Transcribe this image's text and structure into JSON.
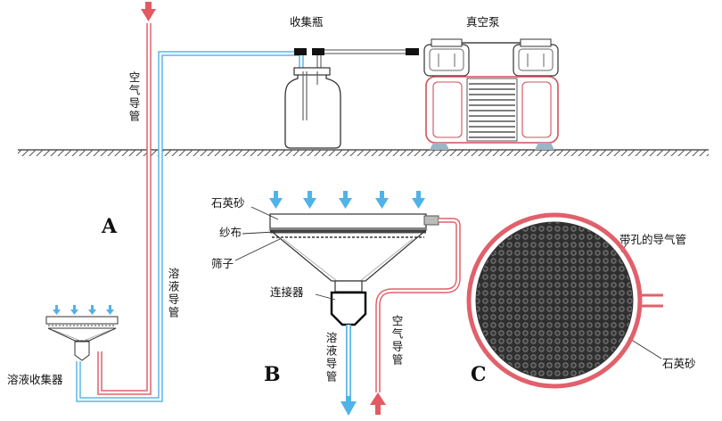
{
  "labels": {
    "collection_bottle": "收集瓶",
    "vacuum_pump": "真空泵",
    "air_tube_top": "空气导管",
    "solution_tube_left": "溶液导管",
    "solution_collector": "溶液收集器",
    "quartz_sand": "石英砂",
    "gauze": "纱布",
    "sieve": "筛子",
    "connector": "连接器",
    "solution_tube_b": "溶液导管",
    "air_tube_b": "空气导管",
    "perforated_air_tube": "带孔的导气管",
    "quartz_sand_c": "石英砂"
  },
  "panels": {
    "a": "A",
    "b": "B",
    "c": "C"
  },
  "colors": {
    "air_tube": "#e0616b",
    "solution_tube": "#5bb7e6",
    "arrow_blue": "#4fb3e8",
    "arrow_red": "#e25a62",
    "outline": "#222222",
    "pump_outline": "#d0505a",
    "mesh_dark": "#3a3a3a"
  }
}
